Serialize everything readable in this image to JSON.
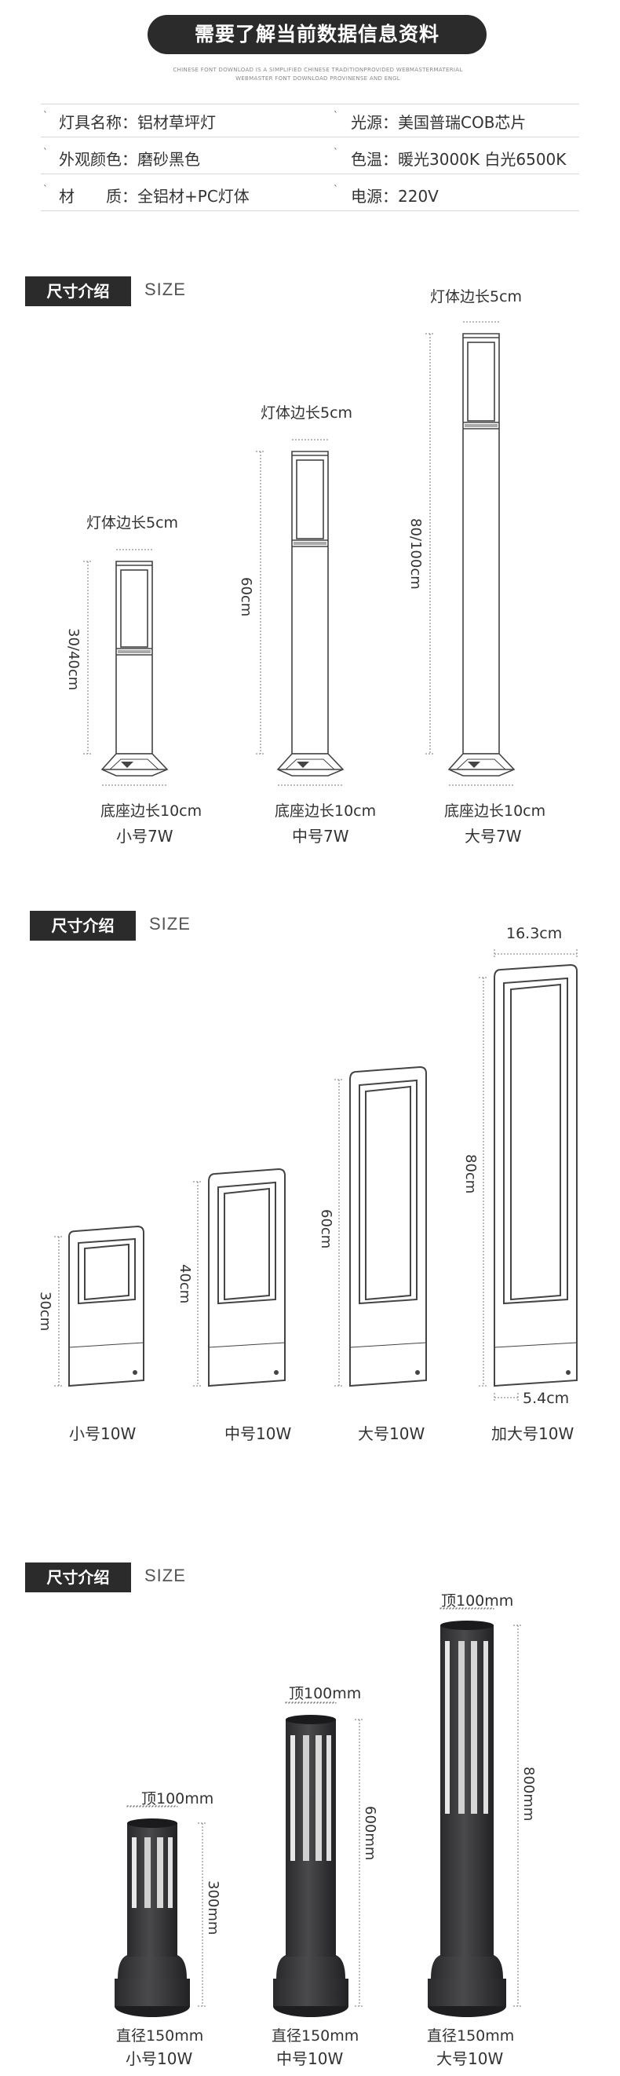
{
  "header": {
    "title": "需要了解当前数据信息资料",
    "subtitle_line1": "CHINESE FONT DOWNLOAD IS A SIMPLIFIED CHINESE TRADITIONPROVIDED WEBMASTERMATERIAL",
    "subtitle_line2": "WEBMASTER FONT DOWNLOAD PROVINENSE AND ENGL"
  },
  "specs": [
    {
      "label": "灯具名称：",
      "value": "铝材草坪灯"
    },
    {
      "label": "光源：",
      "value": "美国普瑞COB芯片"
    },
    {
      "label": "外观颜色：",
      "value": "磨砂黑色"
    },
    {
      "label": "色温：",
      "value": "暖光3000K 白光6500K"
    },
    {
      "label": "材　　质：",
      "value": "全铝材+PC灯体"
    },
    {
      "label": "电源：",
      "value": "220V"
    }
  ],
  "sections": [
    {
      "tag": "尺寸介绍",
      "size": "SIZE",
      "items": [
        {
          "top_label": "灯体边长5cm",
          "height_label": "30/40cm",
          "base_label": "底座边长10cm",
          "model": "小号7W"
        },
        {
          "top_label": "灯体边长5cm",
          "height_label": "60cm",
          "base_label": "底座边长10cm",
          "model": "中号7W"
        },
        {
          "top_label": "灯体边长5cm",
          "height_label": "80/100cm",
          "base_label": "底座边长10cm",
          "model": "大号7W"
        }
      ]
    },
    {
      "tag": "尺寸介绍",
      "size": "SIZE",
      "width_label": "16.3cm",
      "depth_label": "5.4cm",
      "items": [
        {
          "height_label": "30cm",
          "model": "小号10W"
        },
        {
          "height_label": "40cm",
          "model": "中号10W"
        },
        {
          "height_label": "60cm",
          "model": "大号10W"
        },
        {
          "height_label": "80cm",
          "model": "加大号10W"
        }
      ]
    },
    {
      "tag": "尺寸介绍",
      "size": "SIZE",
      "items": [
        {
          "top_label": "顶100mm",
          "height_label": "300mm",
          "base_label": "直径150mm",
          "model": "小号10W"
        },
        {
          "top_label": "顶100mm",
          "height_label": "600mm",
          "base_label": "直径150mm",
          "model": "中号10W"
        },
        {
          "top_label": "顶100mm",
          "height_label": "800mm",
          "base_label": "直径150mm",
          "model": "大号10W"
        }
      ]
    }
  ],
  "colors": {
    "dark": "#2b2b2b",
    "lamp": "#3a3a3c",
    "line": "#444444"
  }
}
